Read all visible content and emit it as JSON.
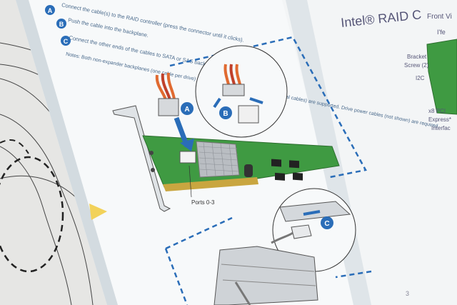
{
  "photo": {
    "steps": [
      {
        "marker": "A",
        "text": "Connect the cable(s) to the RAID controller (press the connector until it clicks)."
      },
      {
        "marker": "B",
        "text": "Push the cable into the backplane."
      },
      {
        "marker": "C",
        "text": "Connect the other ends of the cables to SATA or SAS backplane."
      }
    ],
    "notes": "Notes: Both non-expander backplanes (one cable per drive) and expander backplanes (one or two total cables) are supported. Drive power cables (not shown) are required.",
    "label_ports": "Ports 0-3",
    "callout_a": "A",
    "callout_b": "B",
    "callout_c": "C",
    "right_title": "Intel® RAID C",
    "right_front": "Front Vi",
    "right_labels": [
      "Bracket",
      "Screw (2)",
      "I2C",
      "x8 PCI",
      "Express*",
      "Interfac"
    ],
    "right_top_label": "I'fe",
    "page_number": "3"
  }
}
